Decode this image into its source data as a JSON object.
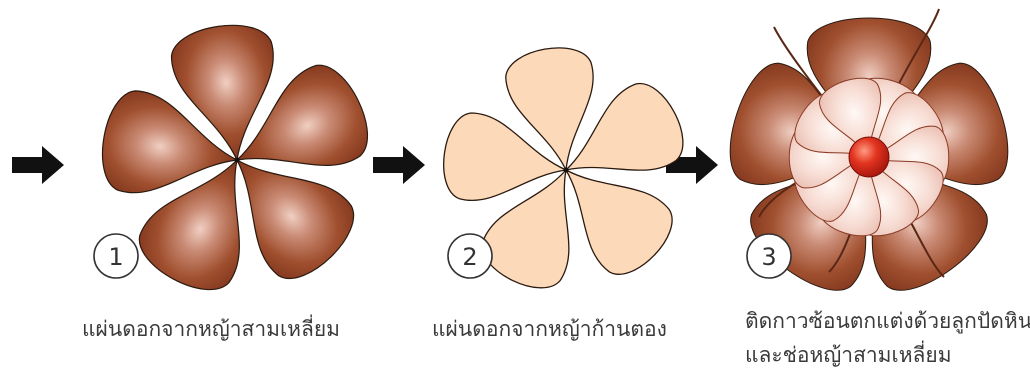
{
  "steps": [
    {
      "number": "1",
      "caption_lines": [
        "แผ่นดอกจากหญ้าสามเหลี่ยม"
      ],
      "petal_color": "#8f3d22",
      "petal_highlight": "#f0cfc3"
    },
    {
      "number": "2",
      "caption_lines": [
        "แผ่นดอกจากหญ้าก้านตอง"
      ],
      "petal_color": "#fcd9b8"
    },
    {
      "number": "3",
      "caption_lines": [
        "ติดกาวซ้อนตกแต่งด้วยลูกปัดหิน",
        "และช่อหญ้าสามเหลี่ยม"
      ],
      "outer_petal_color": "#8f3d22",
      "inner_petal_color": "#f5d3cb",
      "bead_color": "#d9271b"
    }
  ],
  "arrow_color": "#111111",
  "outline_color": "#2a1a10"
}
